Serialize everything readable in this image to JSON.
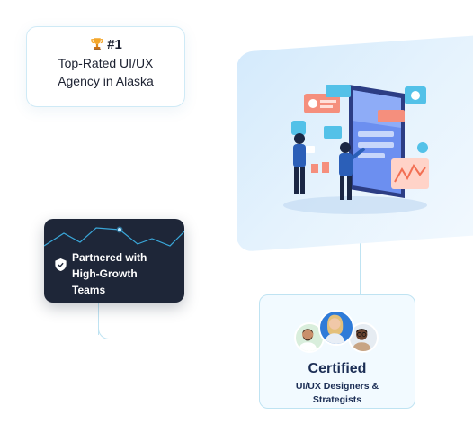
{
  "award": {
    "icon": "trophy-icon",
    "rank": "#1",
    "line1": "Top-Rated UI/UX",
    "line2": "Agency in Alaska"
  },
  "illustration": {
    "icon": "app-development-illustration"
  },
  "partner": {
    "icon": "shield-check-icon",
    "line1": "Partnered with",
    "line2": "High-Growth",
    "line3": "Teams"
  },
  "certified": {
    "title": "Certified",
    "line1": "UI/UX Designers &",
    "line2": "Strategists",
    "avatars": [
      "avatar-man-beard",
      "avatar-woman-blonde",
      "avatar-man-glasses"
    ]
  },
  "colors": {
    "dark_card": "#1e2638",
    "accent_blue": "#2f7bd8",
    "line": "#bfe3f2",
    "text_dark": "#1c2e55"
  }
}
